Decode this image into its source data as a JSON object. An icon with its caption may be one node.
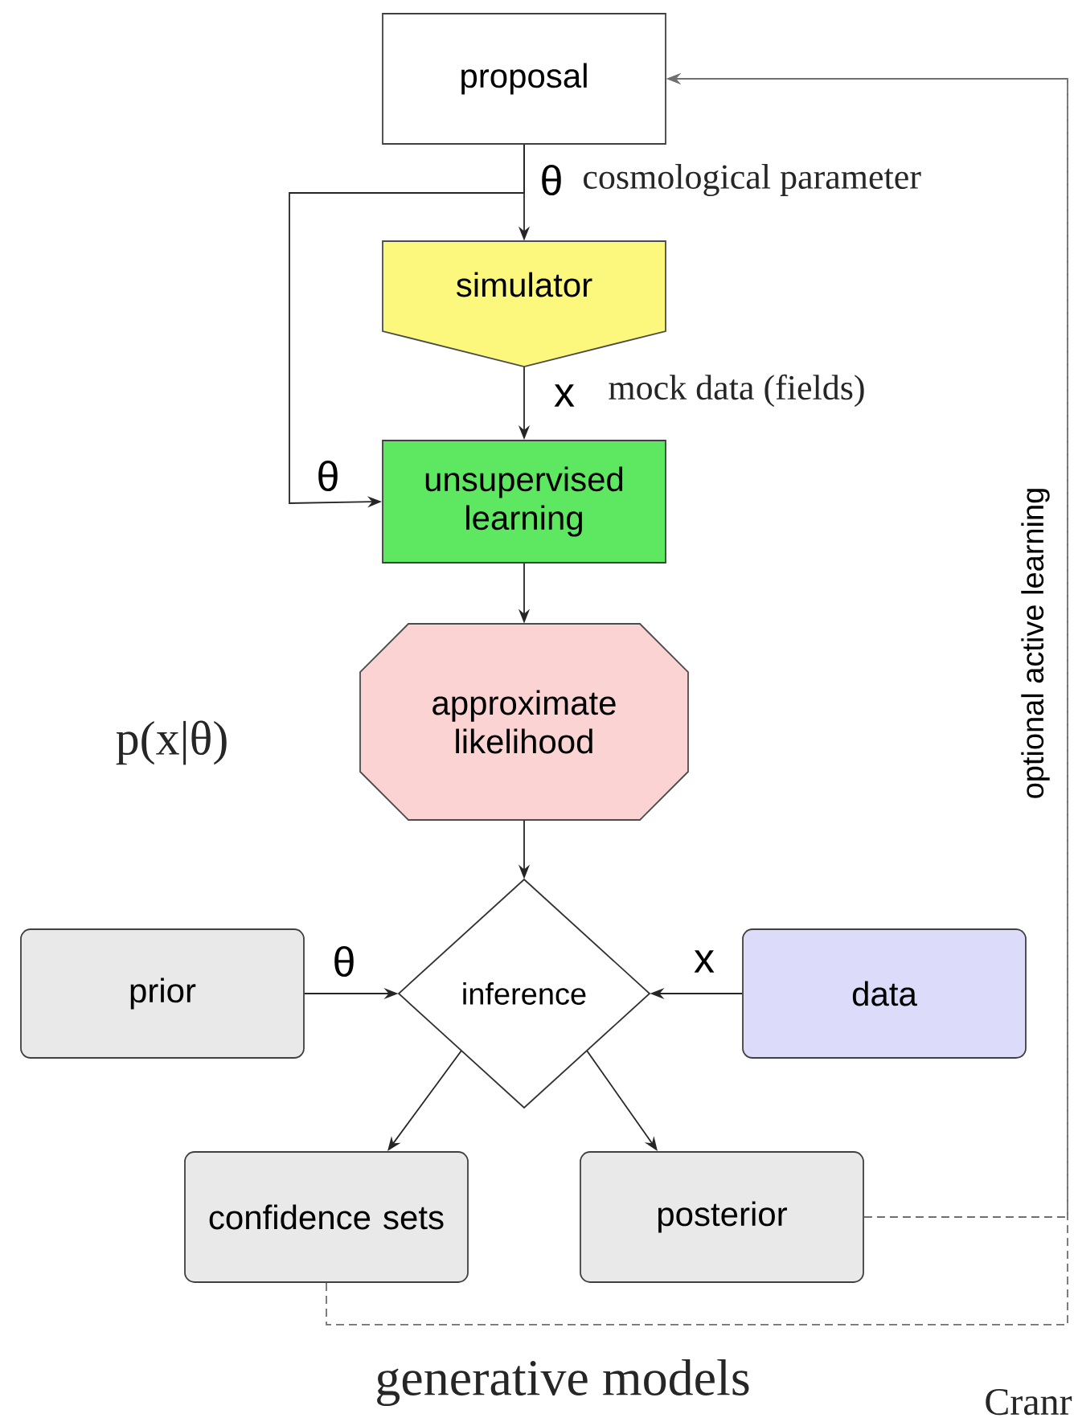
{
  "diagram": {
    "nodes": [
      {
        "text": [
          "proposal"
        ]
      },
      {
        "text": [
          "simulator"
        ]
      },
      {
        "text": [
          "unsupervised learning"
        ]
      },
      {
        "text": [
          "approximate likelihood"
        ]
      },
      {
        "text": [
          "prior"
        ]
      },
      {
        "text": [
          "inference"
        ]
      },
      {
        "text": [
          "data"
        ]
      },
      {
        "text": [
          "confidence sets"
        ]
      },
      {
        "text": [
          "posterior"
        ]
      }
    ],
    "edges": [
      {
        "from": 0,
        "to": 1,
        "arrow": "to",
        "label": "θ"
      },
      {
        "from": 0,
        "to": 2,
        "arrow": "to",
        "label": "θ"
      },
      {
        "from": 1,
        "to": 2,
        "arrow": "to",
        "label": "x"
      },
      {
        "from": 2,
        "to": 3,
        "arrow": "to"
      },
      {
        "from": 3,
        "to": 5,
        "arrow": "to"
      },
      {
        "from": 4,
        "to": 5,
        "arrow": "to",
        "label": "θ"
      },
      {
        "from": 6,
        "to": 5,
        "arrow": "to",
        "label": "x"
      },
      {
        "from": 5,
        "to": 7,
        "arrow": "to"
      },
      {
        "from": 5,
        "to": 8,
        "arrow": "to"
      },
      {
        "from": 7,
        "to": 0,
        "arrow": "to",
        "style": "dashed",
        "color": "#707070"
      },
      {
        "from": 8,
        "to": 0,
        "arrow": "to",
        "style": "dashed",
        "color": "#707070",
        "label": "optional active learning"
      }
    ],
    "labels": [
      "cosmological parameter",
      "mock data (fields)",
      "p(x|θ)",
      "generative models",
      "Cranr"
    ]
  }
}
